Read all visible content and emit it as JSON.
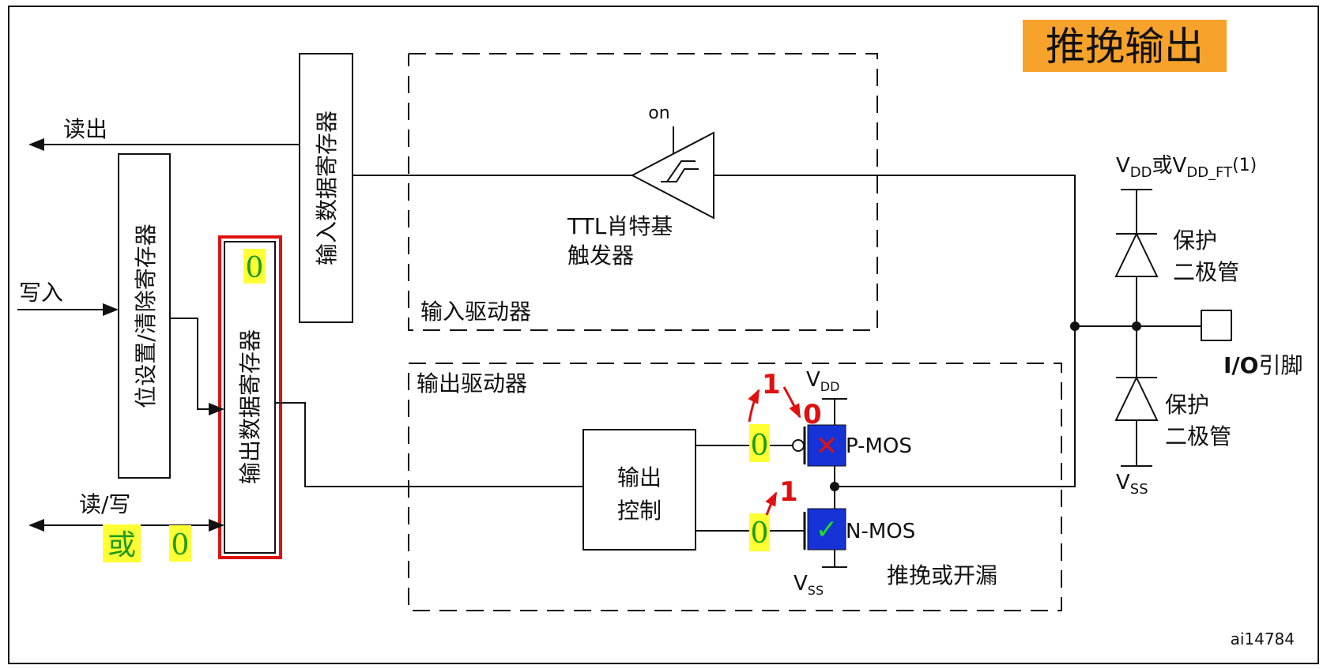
{
  "title": "推挽输出",
  "colors": {
    "title_bg": "#f7a22a",
    "highlight": "#ffff33",
    "bit_text": "#1c9c1c",
    "mos_fill": "#1533d6",
    "accent_red": "#e01010"
  },
  "labels": {
    "read_out": "读出",
    "write_in": "写入",
    "read_write": "读/写",
    "or_char": "或",
    "bit_register_line1": "位设置/清除寄存器",
    "input_reg": "输入数据寄存器",
    "output_reg": "输出数据寄存器",
    "on": "on",
    "ttl_line1": "TTL肖特基",
    "ttl_line2": "触发器",
    "input_driver": "输入驱动器",
    "output_driver": "输出驱动器",
    "output_ctrl_line1": "输出",
    "output_ctrl_line2": "控制",
    "pmos": "P-MOS",
    "nmos": "N-MOS",
    "push_pull_or_open_drain": "推挽或开漏",
    "vdd_main": "V",
    "vdd_sub": "DD",
    "vss_main": "V",
    "vss_sub": "SS",
    "vdd_or_main1": "V",
    "vdd_or_sub1": "DD",
    "vdd_or_mid": "或V",
    "vdd_or_sub2": "DD_FT",
    "vdd_or_note": "(1)",
    "protect_line1": "保护",
    "protect_line2": "二极管",
    "io_pin_bold": "I/O",
    "io_pin_rest": "引脚",
    "figure_id": "ai14784"
  },
  "annotations": {
    "reg_bit": "0",
    "rw_bit": "0",
    "pmos_gate_bit": "0",
    "nmos_gate_bit": "0",
    "pmos_step1": "1",
    "pmos_step2": "0",
    "nmos_step": "1",
    "pmos_state": "✕",
    "nmos_state": "✓"
  }
}
